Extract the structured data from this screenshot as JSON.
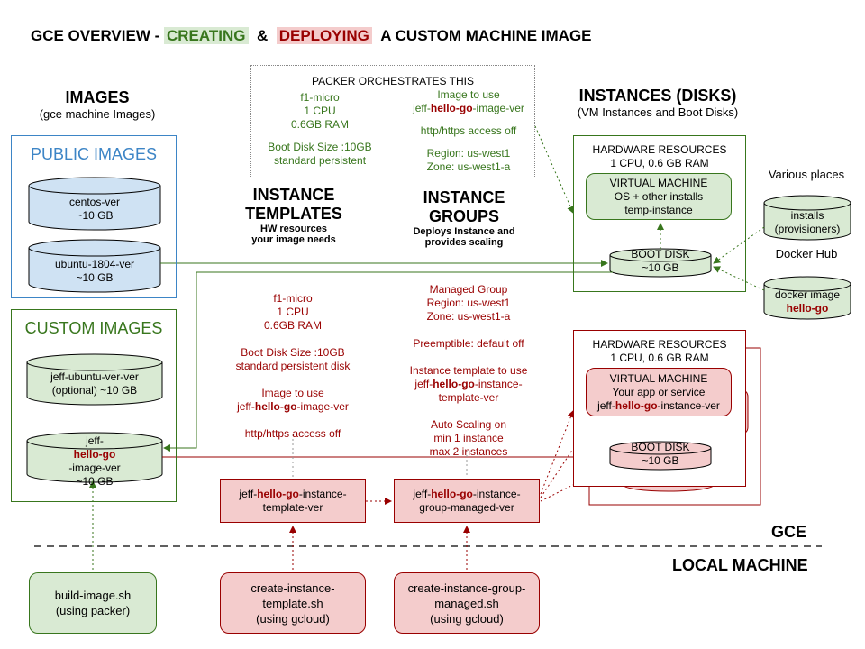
{
  "title": {
    "prefix": "GCE OVERVIEW - ",
    "creating": "CREATING",
    "amp": "&",
    "deploying": "DEPLOYING",
    "suffix": "A CUSTOM MACHINE IMAGE"
  },
  "images": {
    "heading": "IMAGES",
    "subheading": "(gce machine Images)"
  },
  "public_images": {
    "heading": "PUBLIC IMAGES",
    "disk1": {
      "name": "centos-ver",
      "size": "~10 GB"
    },
    "disk2": {
      "name": "ubuntu-1804-ver",
      "size": "~10 GB"
    }
  },
  "custom_images": {
    "heading": "CUSTOM IMAGES",
    "disk1": {
      "line1": "jeff-ubuntu-ver-ver",
      "line2": "(optional) ~10 GB"
    },
    "disk2": {
      "pre": "jeff-",
      "hello": "hello-go",
      "post": "-image-ver",
      "size": "~10 GB"
    }
  },
  "packer": {
    "heading": "PACKER ORCHESTRATES THIS",
    "left": [
      "f1-micro",
      "1 CPU",
      "0.6GB RAM",
      "",
      "Boot Disk Size :10GB",
      "standard persistent"
    ],
    "right_line1": "Image to use",
    "right_pre": "jeff-",
    "right_hello": "hello-go",
    "right_post": "-image-ver",
    "right_rest": [
      "",
      "http/https access off",
      "",
      "Region: us-west1",
      "Zone: us-west1-a"
    ]
  },
  "instance_templates": {
    "heading1": "INSTANCE",
    "heading2": "TEMPLATES",
    "desc1": "HW resources",
    "desc2": "your image needs"
  },
  "instance_groups": {
    "heading1": "INSTANCE",
    "heading2": "GROUPS",
    "desc1": "Deploys Instance and",
    "desc2": "provides scaling"
  },
  "instances": {
    "heading": "INSTANCES (DISKS)",
    "subheading": "(VM Instances and Boot Disks)"
  },
  "instance_top": {
    "hw1": "HARDWARE RESOURCES",
    "hw2": "1 CPU, 0.6 GB RAM",
    "vm": [
      "VIRTUAL MACHINE",
      "OS + other installs",
      "temp-instance"
    ],
    "boot": {
      "name": "BOOT DISK",
      "size": "~10 GB"
    }
  },
  "instance_bottom": {
    "hw1": "HARDWARE RESOURCES",
    "hw2": "1 CPU, 0.6 GB RAM",
    "vm1": "VIRTUAL MACHINE",
    "vm2": "Your app or service",
    "vm_pre": "jeff-",
    "vm_hello": "hello-go",
    "vm_post": "-instance-ver",
    "boot": {
      "name": "BOOT DISK",
      "size": "~10 GB"
    }
  },
  "various": {
    "label": "Various places",
    "disk_line1": "installs",
    "disk_line2": "(provisioners)"
  },
  "docker": {
    "label": "Docker Hub",
    "disk_line1": "docker image",
    "disk_hello": "hello-go"
  },
  "template_spec": {
    "lines": [
      "f1-micro",
      "1 CPU",
      "0.6GB RAM",
      "",
      "Boot Disk Size :10GB",
      "standard persistent disk",
      "",
      "Image to use"
    ],
    "pre": "jeff-",
    "hello": "hello-go",
    "post": "-image-ver",
    "last": [
      "",
      "http/https access off"
    ]
  },
  "group_spec": {
    "lines": [
      "Managed Group",
      "Region: us-west1",
      "Zone: us-west1-a",
      "",
      "Preemptible: default off",
      "",
      "Instance template to use"
    ],
    "pre": "jeff-",
    "hello": "hello-go",
    "post": "-instance-",
    "line_after": "template-ver",
    "last": [
      "",
      "Auto  Scaling on",
      "min 1 instance",
      "max 2 instances"
    ]
  },
  "template_box": {
    "pre": "jeff-",
    "hello": "hello-go",
    "post": "-instance-",
    "line2": "template-ver"
  },
  "group_box": {
    "pre": "jeff-",
    "hello": "hello-go",
    "post": "-instance-",
    "line2": "group-managed-ver"
  },
  "gce_label": "GCE",
  "local_label": "LOCAL MACHINE",
  "local": {
    "build": {
      "line1": "build-image.sh",
      "line2": "(using packer)"
    },
    "create_template": {
      "line1": "create-instance-",
      "line2": "template.sh",
      "line3": "(using gcloud)"
    },
    "create_group": {
      "line1": "create-instance-group-",
      "line2": "managed.sh",
      "line3": "(using gcloud)"
    }
  },
  "colors": {
    "green": "#38761d",
    "green_fill": "#d9ead3",
    "red": "#990000",
    "red_fill": "#f4cccc",
    "blue": "#3d85c6",
    "blue_fill": "#cfe2f3"
  }
}
